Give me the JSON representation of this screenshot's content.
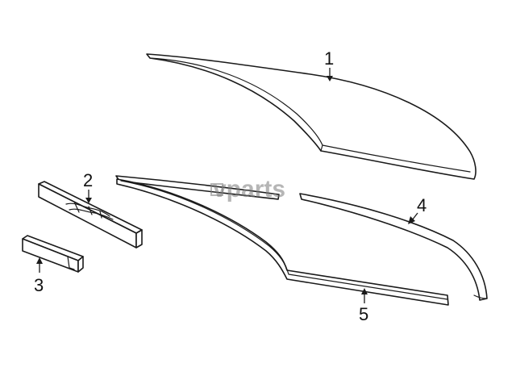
{
  "watermark": {
    "text": "vparts"
  },
  "callouts": [
    {
      "id": "1",
      "label": "1"
    },
    {
      "id": "2",
      "label": "2"
    },
    {
      "id": "3",
      "label": "3"
    },
    {
      "id": "4",
      "label": "4"
    },
    {
      "id": "5",
      "label": "5"
    }
  ],
  "colors": {
    "line": "#1a1a1a",
    "background": "#ffffff",
    "watermark": "#7a7a7a"
  }
}
